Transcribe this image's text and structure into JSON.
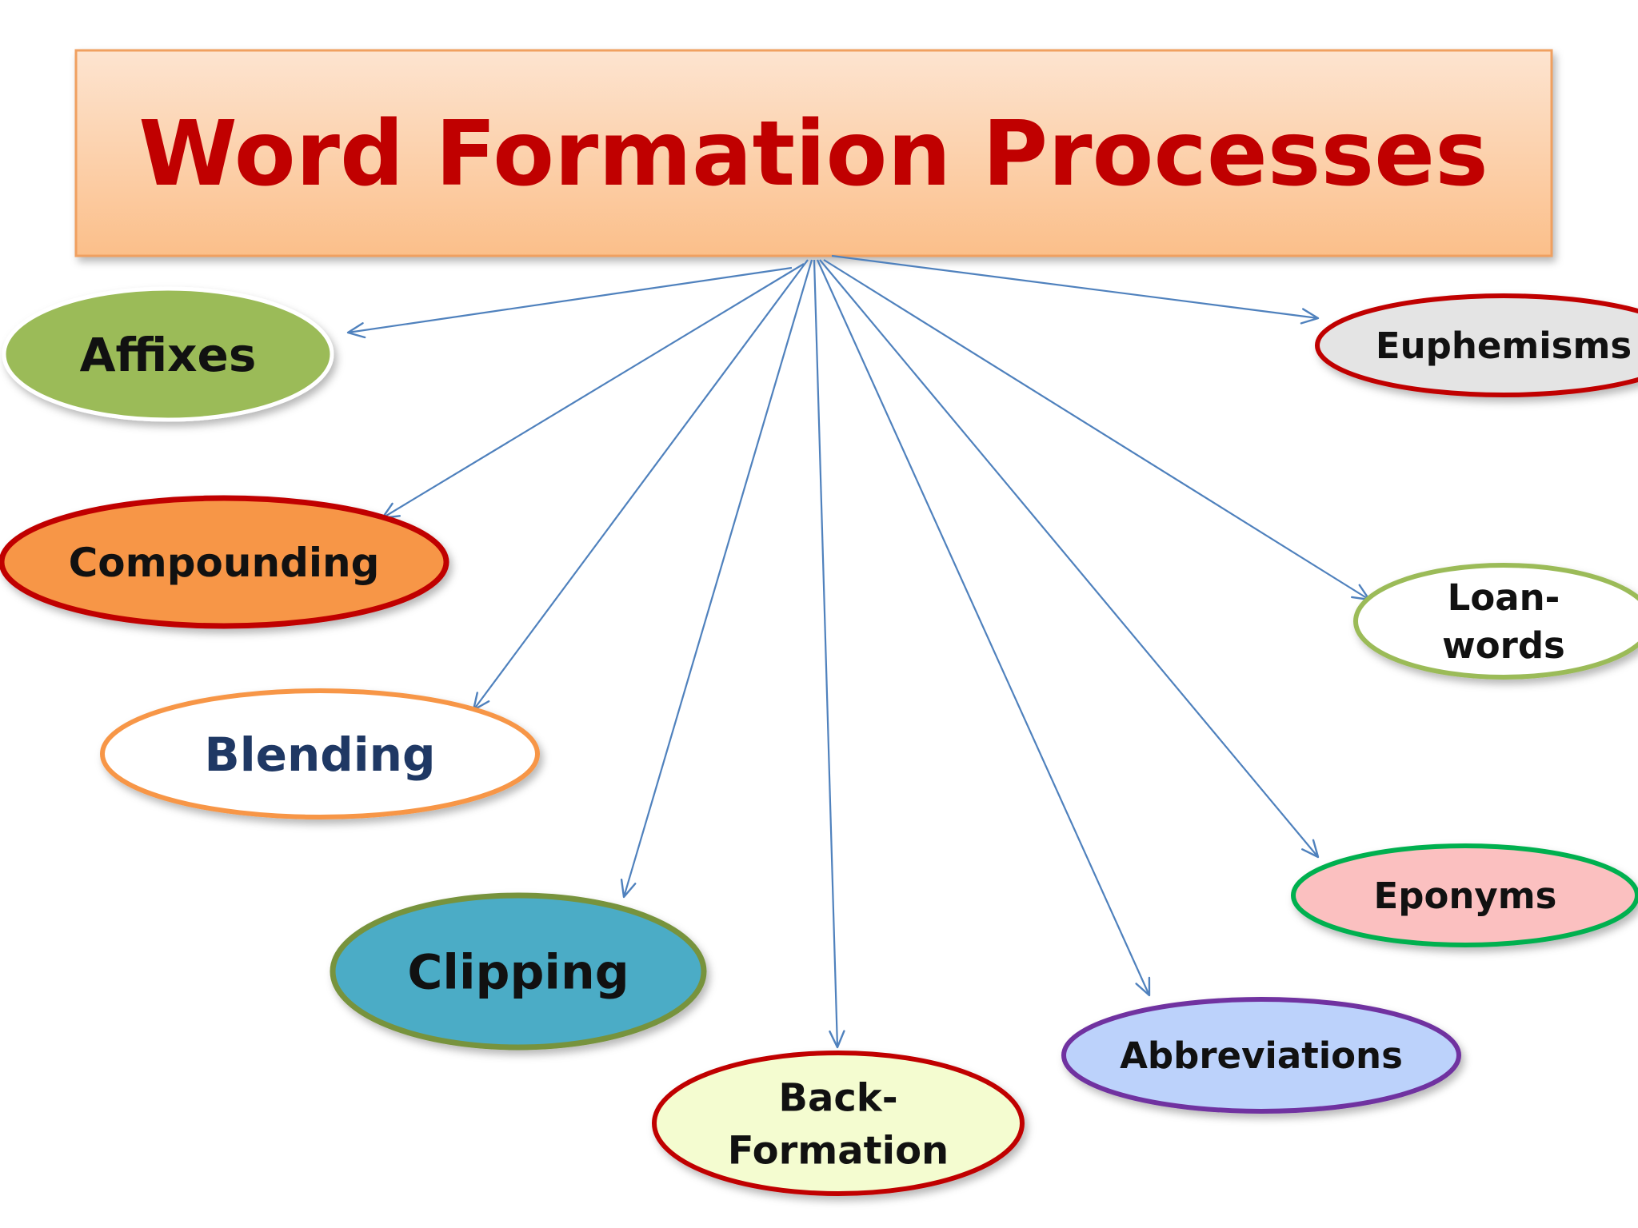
{
  "title": "Word Formation Processes",
  "nodes": [
    {
      "id": "affixes",
      "label": [
        "Affixes"
      ],
      "fill": "#9bbb59",
      "stroke": "#ffffff",
      "text_color": "#111111"
    },
    {
      "id": "compounding",
      "label": [
        "Compounding"
      ],
      "fill": "#f79646",
      "stroke": "#c00000",
      "text_color": "#111111"
    },
    {
      "id": "blending",
      "label": [
        "Blending"
      ],
      "fill": "#ffffff",
      "stroke": "#f79646",
      "text_color": "#1f3864"
    },
    {
      "id": "clipping",
      "label": [
        "Clipping"
      ],
      "fill": "#4bacc6",
      "stroke": "#77933c",
      "text_color": "#111111"
    },
    {
      "id": "back-formation",
      "label": [
        "Back-",
        "Formation"
      ],
      "fill": "#f4fcd0",
      "stroke": "#c00000",
      "text_color": "#111111"
    },
    {
      "id": "abbreviations",
      "label": [
        "Abbreviations"
      ],
      "fill": "#bcd2fb",
      "stroke": "#7030a0",
      "text_color": "#111111"
    },
    {
      "id": "eponyms",
      "label": [
        "Eponyms"
      ],
      "fill": "#fbc0c0",
      "stroke": "#00b050",
      "text_color": "#111111"
    },
    {
      "id": "loan-words",
      "label": [
        "Loan-",
        "words"
      ],
      "fill": "#ffffff",
      "stroke": "#9bbb59",
      "text_color": "#111111"
    },
    {
      "id": "euphemisms",
      "label": [
        "Euphemisms"
      ],
      "fill": "#e4e4e4",
      "stroke": "#c00000",
      "text_color": "#111111"
    }
  ],
  "colors": {
    "title_text": "#c00000",
    "title_fill_top": "#fde4d0",
    "title_fill_bottom": "#fbbf8a",
    "title_border": "#f0a060",
    "arrow": "#4f81bd"
  }
}
